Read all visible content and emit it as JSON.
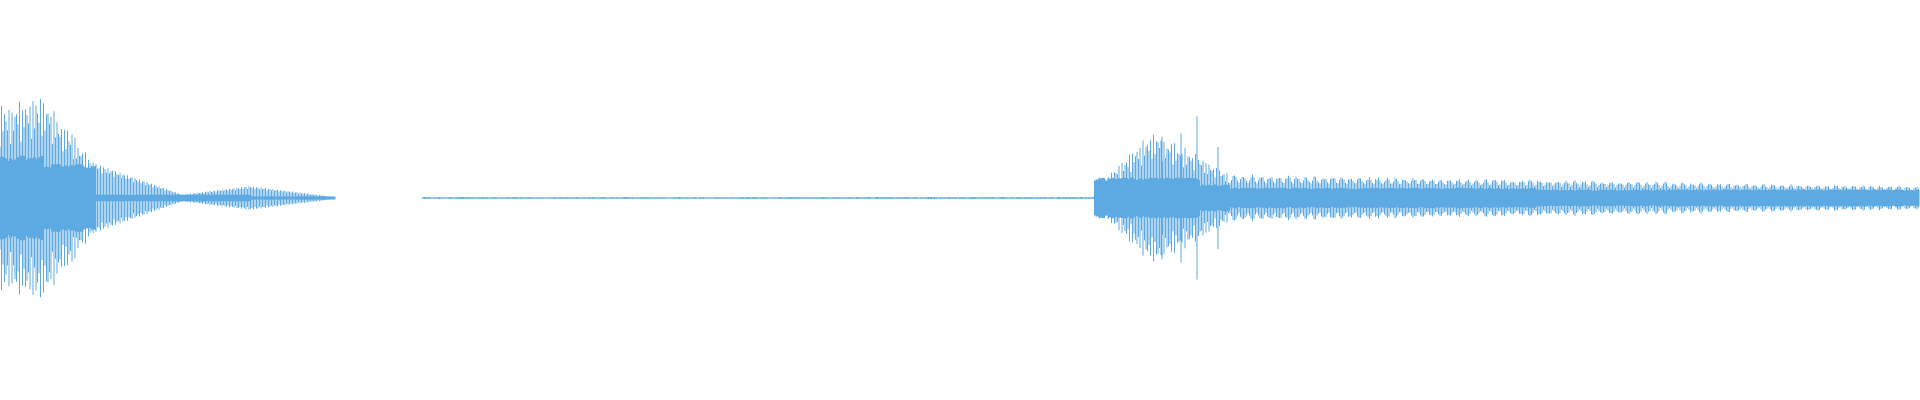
{
  "waveform": {
    "color": "#5DA9E1",
    "background": "#FFFFFF",
    "duration_fraction_shown": 1.0,
    "segments": [
      {
        "from": 0.0,
        "to": 0.022,
        "amp_start": 0.55,
        "amp_end": 0.62,
        "dense_core": 0.25,
        "style": "burst"
      },
      {
        "from": 0.022,
        "to": 0.05,
        "amp_start": 0.62,
        "amp_end": 0.2,
        "dense_core": 0.2,
        "style": "burst"
      },
      {
        "from": 0.05,
        "to": 0.095,
        "amp_start": 0.2,
        "amp_end": 0.02,
        "dense_core": 0.02,
        "style": "decay"
      },
      {
        "from": 0.095,
        "to": 0.13,
        "amp_start": 0.02,
        "amp_end": 0.07,
        "dense_core": 0.02,
        "style": "swell"
      },
      {
        "from": 0.13,
        "to": 0.175,
        "amp_start": 0.07,
        "amp_end": 0.005,
        "dense_core": 0.01,
        "style": "decay"
      },
      {
        "from": 0.175,
        "to": 0.22,
        "amp_start": 0.0,
        "amp_end": 0.0,
        "dense_core": 0.0,
        "style": "silence"
      },
      {
        "from": 0.22,
        "to": 0.57,
        "amp_start": 0.006,
        "amp_end": 0.006,
        "dense_core": 0.004,
        "style": "noise"
      },
      {
        "from": 0.57,
        "to": 0.6,
        "amp_start": 0.05,
        "amp_end": 0.4,
        "dense_core": 0.12,
        "style": "burst"
      },
      {
        "from": 0.6,
        "to": 0.625,
        "amp_start": 0.4,
        "amp_end": 0.25,
        "dense_core": 0.12,
        "style": "burst"
      },
      {
        "from": 0.625,
        "to": 0.64,
        "amp_start": 0.25,
        "amp_end": 0.14,
        "dense_core": 0.08,
        "style": "burst"
      },
      {
        "from": 0.64,
        "to": 0.8,
        "amp_start": 0.14,
        "amp_end": 0.11,
        "dense_core": 0.06,
        "style": "tone"
      },
      {
        "from": 0.8,
        "to": 1.0,
        "amp_start": 0.11,
        "amp_end": 0.07,
        "dense_core": 0.05,
        "style": "tone"
      }
    ]
  }
}
